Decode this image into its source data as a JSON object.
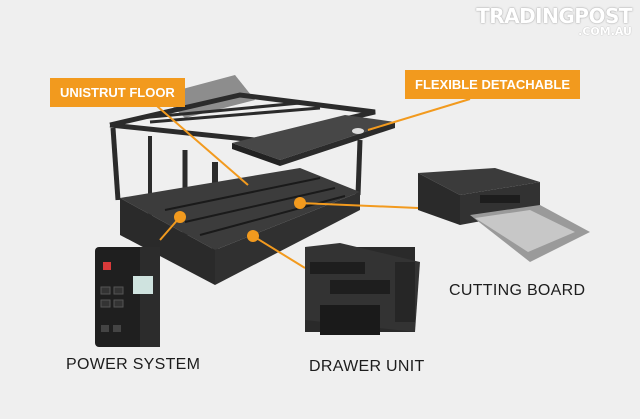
{
  "logo": {
    "main": "TRADINGPOST",
    "sub": ".COM.AU"
  },
  "callouts": {
    "unistrut_floor": "UNISTRUT FLOOR",
    "flexible_detachable": "FLEXIBLE DETACHABLE"
  },
  "captions": {
    "power_system": "POWER SYSTEM",
    "drawer_unit": "DRAWER UNIT",
    "cutting_board": "CUTTING BOARD"
  },
  "colors": {
    "accent": "#f29a1e",
    "background": "#efefef",
    "product": "#3a3a3a"
  }
}
